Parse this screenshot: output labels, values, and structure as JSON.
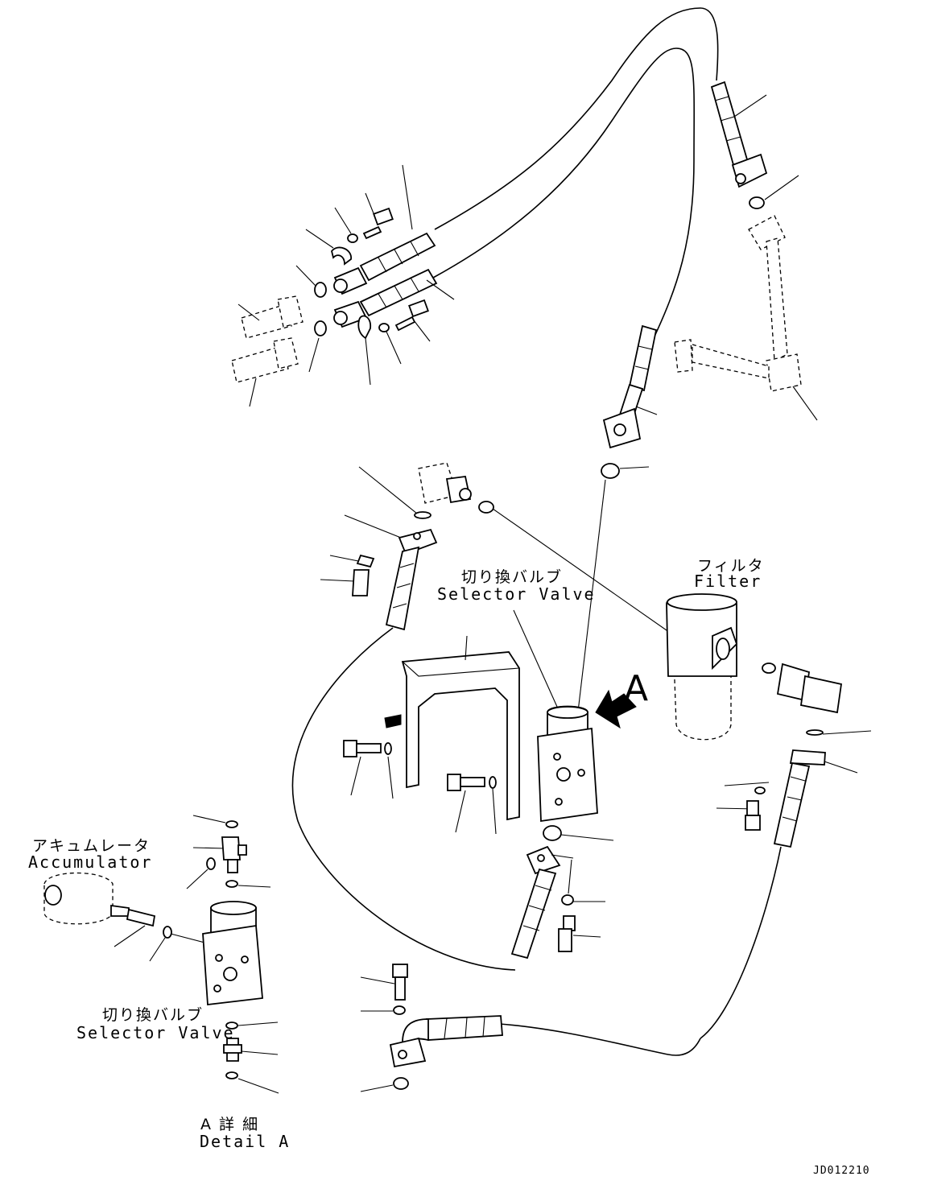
{
  "labels": {
    "selector_valve_main_jp": "切り換バルブ",
    "selector_valve_main_en": "Selector Valve",
    "filter_jp": "フィルタ",
    "filter_en": "Filter",
    "view_marker": "A",
    "accumulator_jp": "アキュムレータ",
    "accumulator_en": "Accumulator",
    "selector_valve_detail_jp": "切り換バルブ",
    "selector_valve_detail_en": "Selector Valve",
    "detail_jp": "A 詳 細",
    "detail_en": "Detail A",
    "drawing_number": "JD012210"
  },
  "icons": {
    "view_arrow": "view-direction-arrow-icon"
  }
}
